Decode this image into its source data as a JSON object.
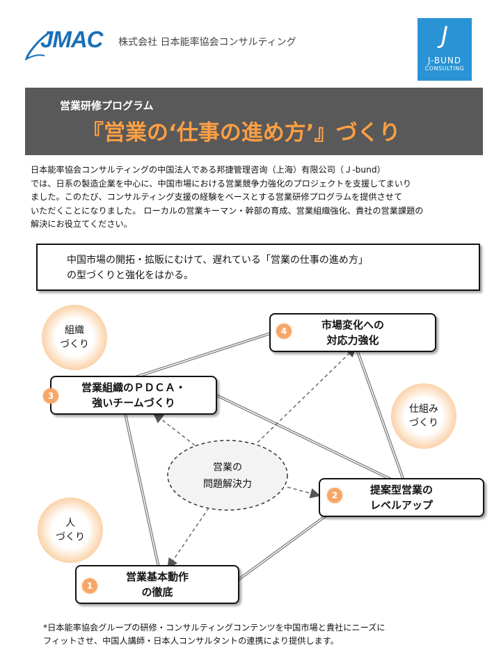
{
  "header": {
    "logo": "JMAC",
    "company_name": "株式会社 日本能率協会コンサルティング",
    "partner_logo": {
      "mark": "J",
      "name": "J-BUND",
      "sub": "CONSULTING"
    }
  },
  "banner": {
    "subtitle": "営業研修プログラム",
    "title": "『営業の‘仕事の進め方’』づくり"
  },
  "intro": "日本能率協会コンサルティングの中国法人である邦捷管理咨询（上海）有限公司（Ｊ-bund）\nでは、日系の製造企業を中心に、中国市場における営業競争力強化のプロジェクトを支援してまいり\nました。このたび、コンサルティング支援の経験をベースとする営業研修プログラムを提供させて\nいただくことになりました。 ローカルの営業キーマン・幹部の育成、営業組織強化、貴社の営業課題の\n解決にお役立てください。",
  "key_message": "中国市場の開拓・拡販にむけて、遅れている「営業の仕事の進め方」\nの型づくりと強化をはかる。",
  "diagram": {
    "center": "営業の\n問題解決力",
    "blobs": {
      "organization": "組織\nづくり",
      "mechanism": "仕組み\nづくり",
      "people": "人\nづくり"
    },
    "nodes": [
      {
        "num": "1",
        "label": "営業基本動作\nの徹底"
      },
      {
        "num": "2",
        "label": "提案型営業の\nレベルアップ"
      },
      {
        "num": "3",
        "label": "営業組織のＰＤＣＡ・\n強いチームづくり"
      },
      {
        "num": "4",
        "label": "市場変化への\n対応力強化"
      }
    ],
    "colors": {
      "number_badge": "#f6a768",
      "blob": "#f7b47c",
      "banner_title": "#ff9f43"
    }
  },
  "footnote": "*日本能率協会グループの研修・コンサルティングコンテンツを中国市場と貴社にニーズに\n  フィットさせ、中国人講師・日本人コンサルタントの連携により提供します。"
}
